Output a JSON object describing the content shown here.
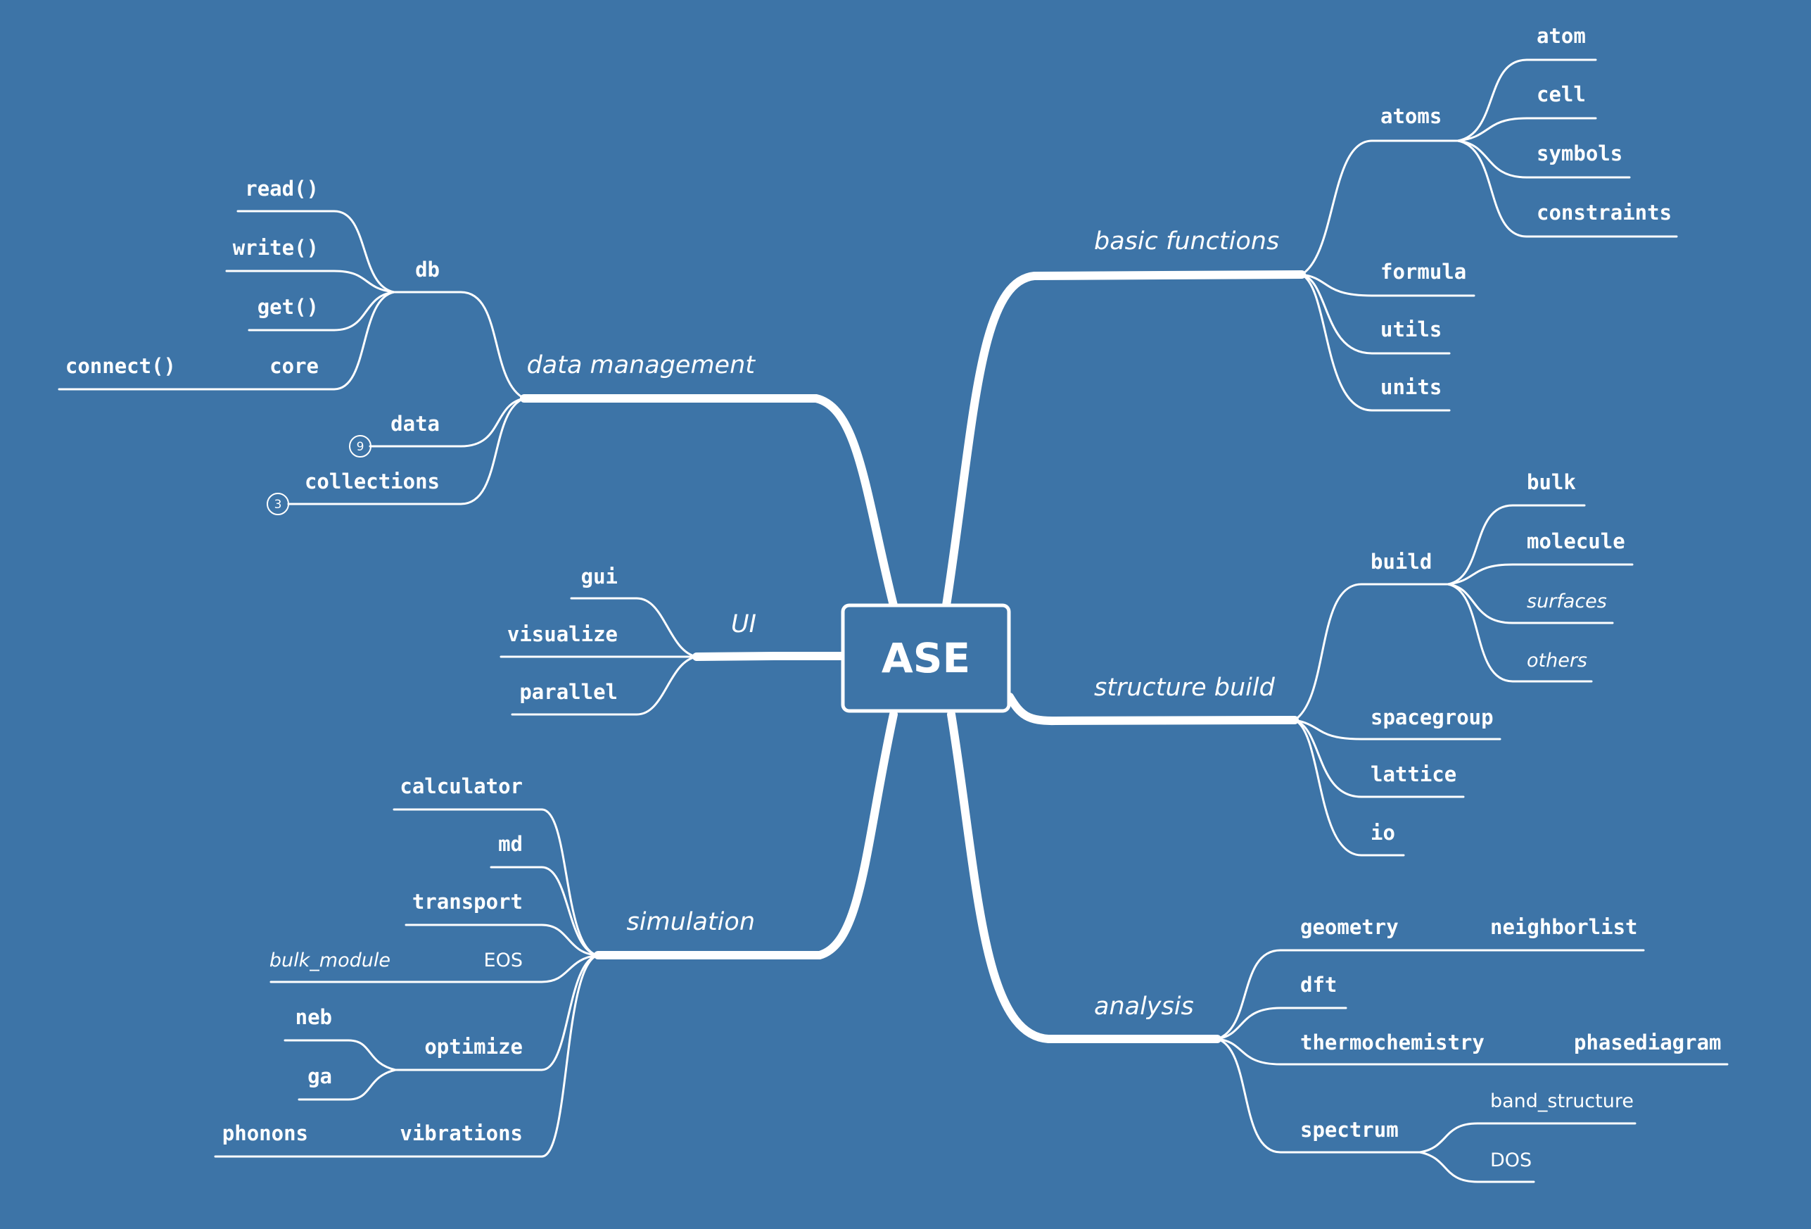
{
  "center": {
    "label": "ASE"
  },
  "data_management": {
    "label": "data management",
    "db": {
      "label": "db",
      "children": [
        "read()",
        "write()",
        "get()",
        "core"
      ],
      "core_child": "connect()"
    },
    "data": {
      "label": "data",
      "badge": "9"
    },
    "collections": {
      "label": "collections",
      "badge": "3"
    }
  },
  "ui": {
    "label": "UI",
    "children": [
      "gui",
      "visualize",
      "parallel"
    ]
  },
  "simulation": {
    "label": "simulation",
    "calculator": "calculator",
    "md": "md",
    "transport": "transport",
    "eos": {
      "label": "EOS",
      "child": "bulk_module"
    },
    "optimize": {
      "label": "optimize",
      "children": [
        "neb",
        "ga"
      ]
    },
    "vibrations": {
      "label": "vibrations",
      "child": "phonons"
    }
  },
  "basic_functions": {
    "label": "basic functions",
    "atoms": {
      "label": "atoms",
      "children": [
        "atom",
        "cell",
        "symbols",
        "constraints"
      ]
    },
    "formula": "formula",
    "utils": "utils",
    "units": "units"
  },
  "structure_build": {
    "label": "structure build",
    "build": {
      "label": "build",
      "children": [
        "bulk",
        "molecule",
        "surfaces",
        "others"
      ]
    },
    "spacegroup": "spacegroup",
    "lattice": "lattice",
    "io": "io"
  },
  "analysis": {
    "label": "analysis",
    "geometry": {
      "label": "geometry",
      "child": "neighborlist"
    },
    "dft": "dft",
    "thermochemistry": {
      "label": "thermochemistry",
      "child": "phasediagram"
    },
    "spectrum": {
      "label": "spectrum",
      "children": [
        "band_structure",
        "DOS"
      ]
    }
  }
}
